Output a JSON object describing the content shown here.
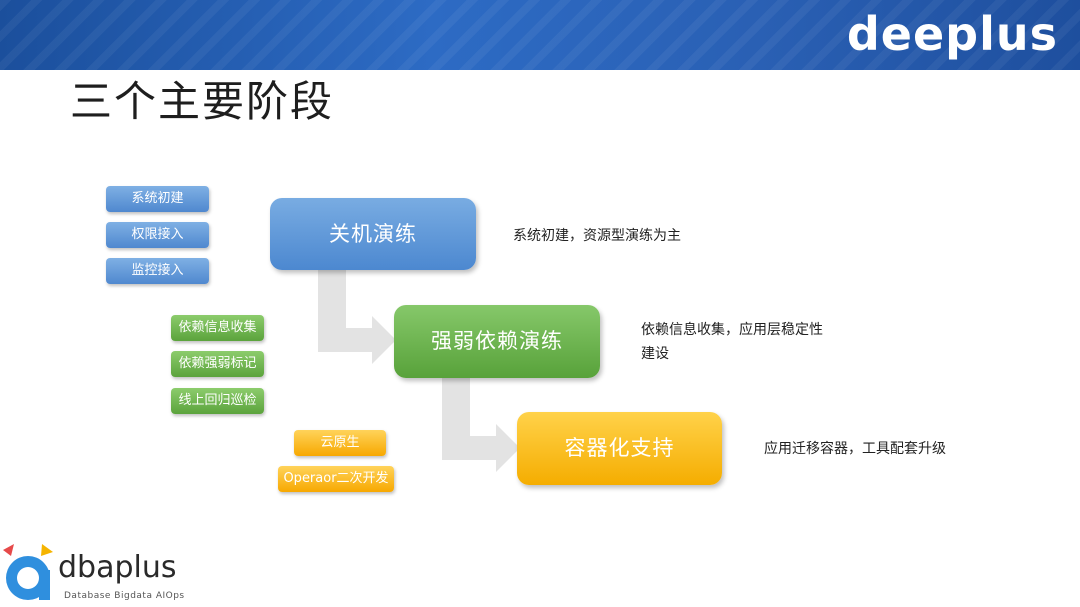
{
  "brand_top": "deeplus",
  "title": "三个主要阶段",
  "stages": [
    {
      "label": "关机演练",
      "description_lines": [
        "系统初建，资源型演练为主"
      ]
    },
    {
      "label": "强弱依赖演练",
      "description_lines": [
        "依赖信息收集，应用层稳定性",
        "建设"
      ]
    },
    {
      "label": "容器化支持",
      "description_lines": [
        "应用迁移容器，工具配套升级"
      ]
    }
  ],
  "stage1_chips": [
    "系统初建",
    "权限接入",
    "监控接入"
  ],
  "stage2_chips": [
    "依赖信息收集",
    "依赖强弱标记",
    "线上回归巡检"
  ],
  "stage3_chips": [
    "云原生",
    "Operaor二次开发"
  ],
  "brand_bottom": {
    "name": "dbaplus",
    "tagline": "Database  Bigdata  AIOps"
  },
  "colors": {
    "blue": "#4c88d0",
    "green": "#58a23a",
    "orange": "#f5ad00",
    "banner": "#2a60b4"
  }
}
